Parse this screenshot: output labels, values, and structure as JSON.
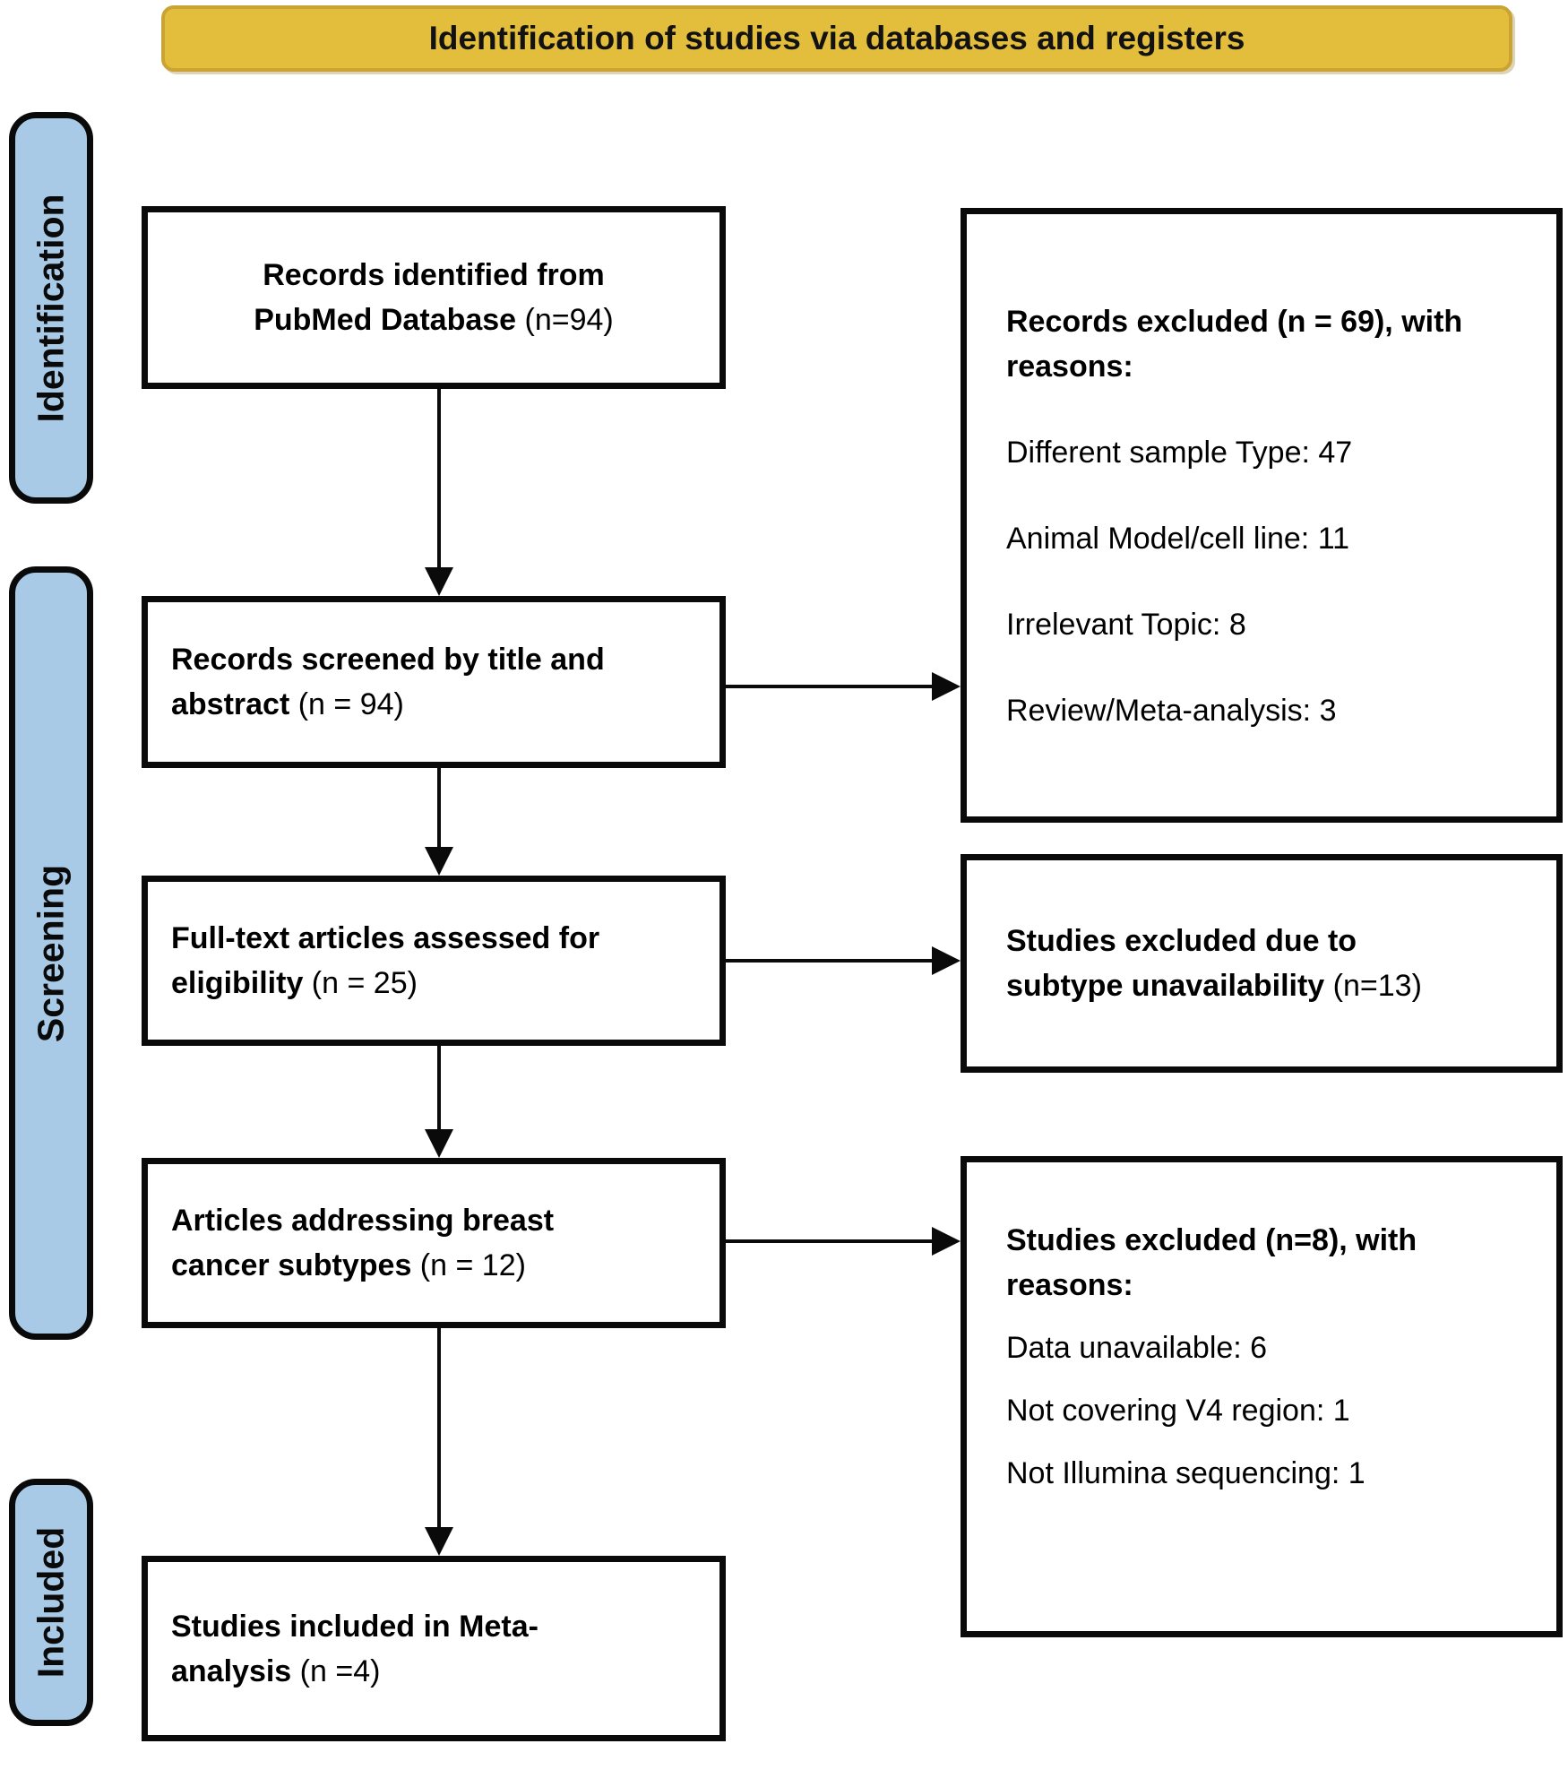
{
  "banner": {
    "title": "Identification of studies via databases and registers"
  },
  "sidebar": {
    "stages": [
      {
        "label": "Identification"
      },
      {
        "label": "Screening"
      },
      {
        "label": "Included"
      }
    ]
  },
  "flow": {
    "boxes": [
      {
        "bold": "Records identified from PubMed Database",
        "normal": " (n=94)"
      },
      {
        "bold": "Records screened by title and abstract",
        "normal": " (n = 94)"
      },
      {
        "bold": "Full-text articles assessed for eligibility",
        "normal": " (n = 25)"
      },
      {
        "bold": "Articles addressing breast cancer subtypes",
        "normal": " (n = 12)"
      },
      {
        "bold": "Studies included in Meta-analysis",
        "normal": " (n =4)"
      }
    ]
  },
  "exclusions": [
    {
      "heading_bold": "Records excluded (n = 69), with reasons:",
      "heading_normal": "",
      "reasons": [
        "Different sample Type: 47",
        "Animal Model/cell line: 11",
        "Irrelevant Topic: 8",
        "Review/Meta-analysis: 3"
      ]
    },
    {
      "heading_bold": "Studies excluded due to subtype unavailability",
      "heading_normal": " (n=13)",
      "reasons": []
    },
    {
      "heading_bold": "Studies excluded (n=8), with reasons:",
      "heading_normal": "",
      "reasons": [
        "Data unavailable: 6",
        "Not covering V4 region: 1",
        "Not Illumina sequencing: 1"
      ]
    }
  ],
  "colors": {
    "banner_fill": "#E3BE3C",
    "banner_border": "#C9A434",
    "tab_fill": "#A8CAE7"
  }
}
